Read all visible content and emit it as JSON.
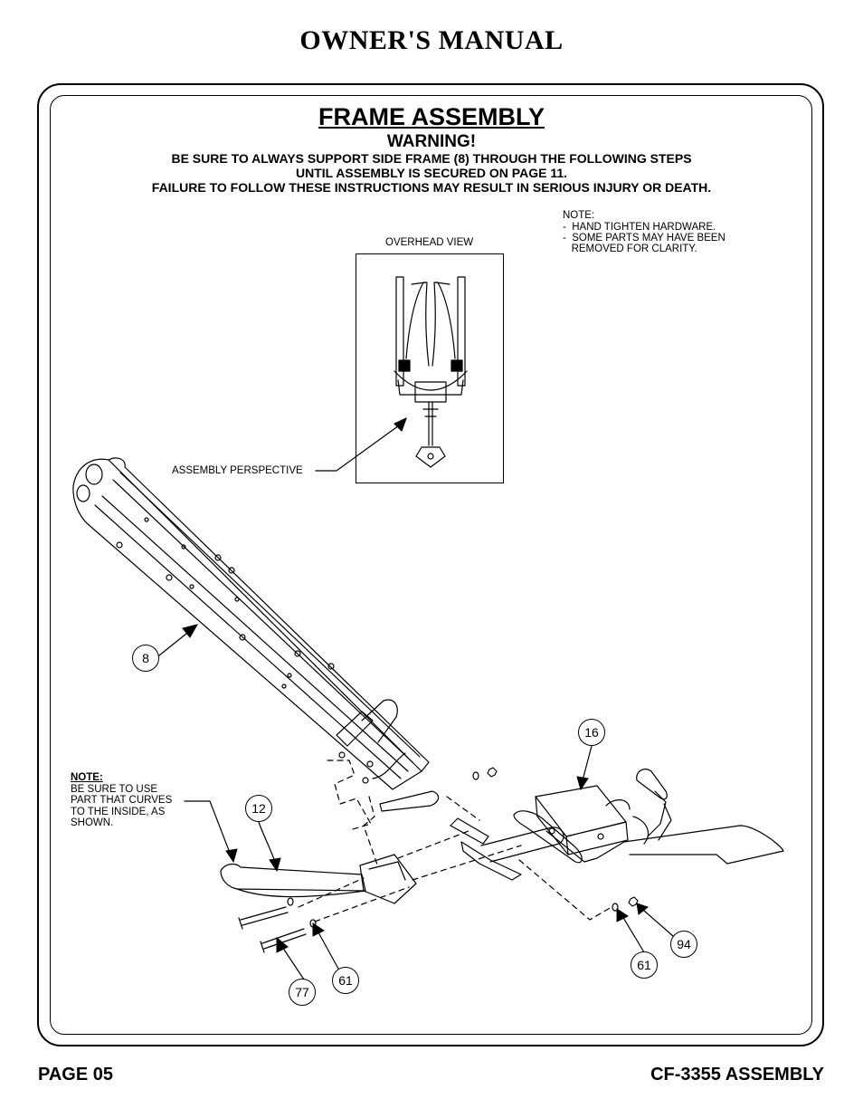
{
  "header": {
    "manual_title": "OWNER'S MANUAL"
  },
  "section": {
    "title": "FRAME ASSEMBLY",
    "warning_title": "WARNING!",
    "warning_lines": [
      "BE SURE TO ALWAYS SUPPORT SIDE FRAME (8) THROUGH THE FOLLOWING STEPS",
      "UNTIL ASSEMBLY IS SECURED ON PAGE 11.",
      "FAILURE TO FOLLOW THESE INSTRUCTIONS MAY RESULT IN SERIOUS INJURY OR DEATH."
    ]
  },
  "notes": {
    "top_right": [
      "NOTE:",
      "-  HAND TIGHTEN HARDWARE.",
      "-  SOME PARTS MAY HAVE BEEN",
      "   REMOVED FOR CLARITY."
    ],
    "curve_heading": "NOTE:",
    "curve_lines": [
      "BE SURE TO USE",
      "PART THAT CURVES",
      "TO THE INSIDE, AS",
      "SHOWN."
    ]
  },
  "labels": {
    "overhead_view": "OVERHEAD VIEW",
    "assembly_perspective": "ASSEMBLY PERSPECTIVE"
  },
  "callouts": {
    "side_frame": "8",
    "seat_bracket": "16",
    "curved_member": "12",
    "bolt": "77",
    "washer_left": "61",
    "washer_right": "61",
    "nut": "94"
  },
  "footer": {
    "page": "PAGE 05",
    "model": "CF-3355 ASSEMBLY"
  }
}
